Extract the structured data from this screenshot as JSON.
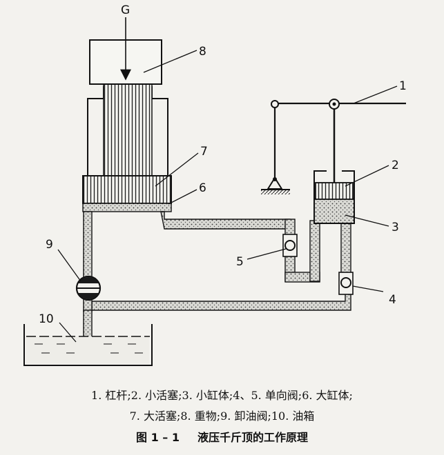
{
  "labels": {
    "force": "G",
    "n1": "1",
    "n2": "2",
    "n3": "3",
    "n4": "4",
    "n5": "5",
    "n6": "6",
    "n7": "7",
    "n8": "8",
    "n9": "9",
    "n10": "10"
  },
  "legend": {
    "line1": "1. 杠杆;2. 小活塞;3. 小缸体;4、5. 单向阀;6. 大缸体;",
    "line2": "7. 大活塞;8. 重物;9. 卸油阀;10. 油箱"
  },
  "figure": {
    "number": "图 1 – 1",
    "title": "液压千斤顶的工作原理"
  }
}
